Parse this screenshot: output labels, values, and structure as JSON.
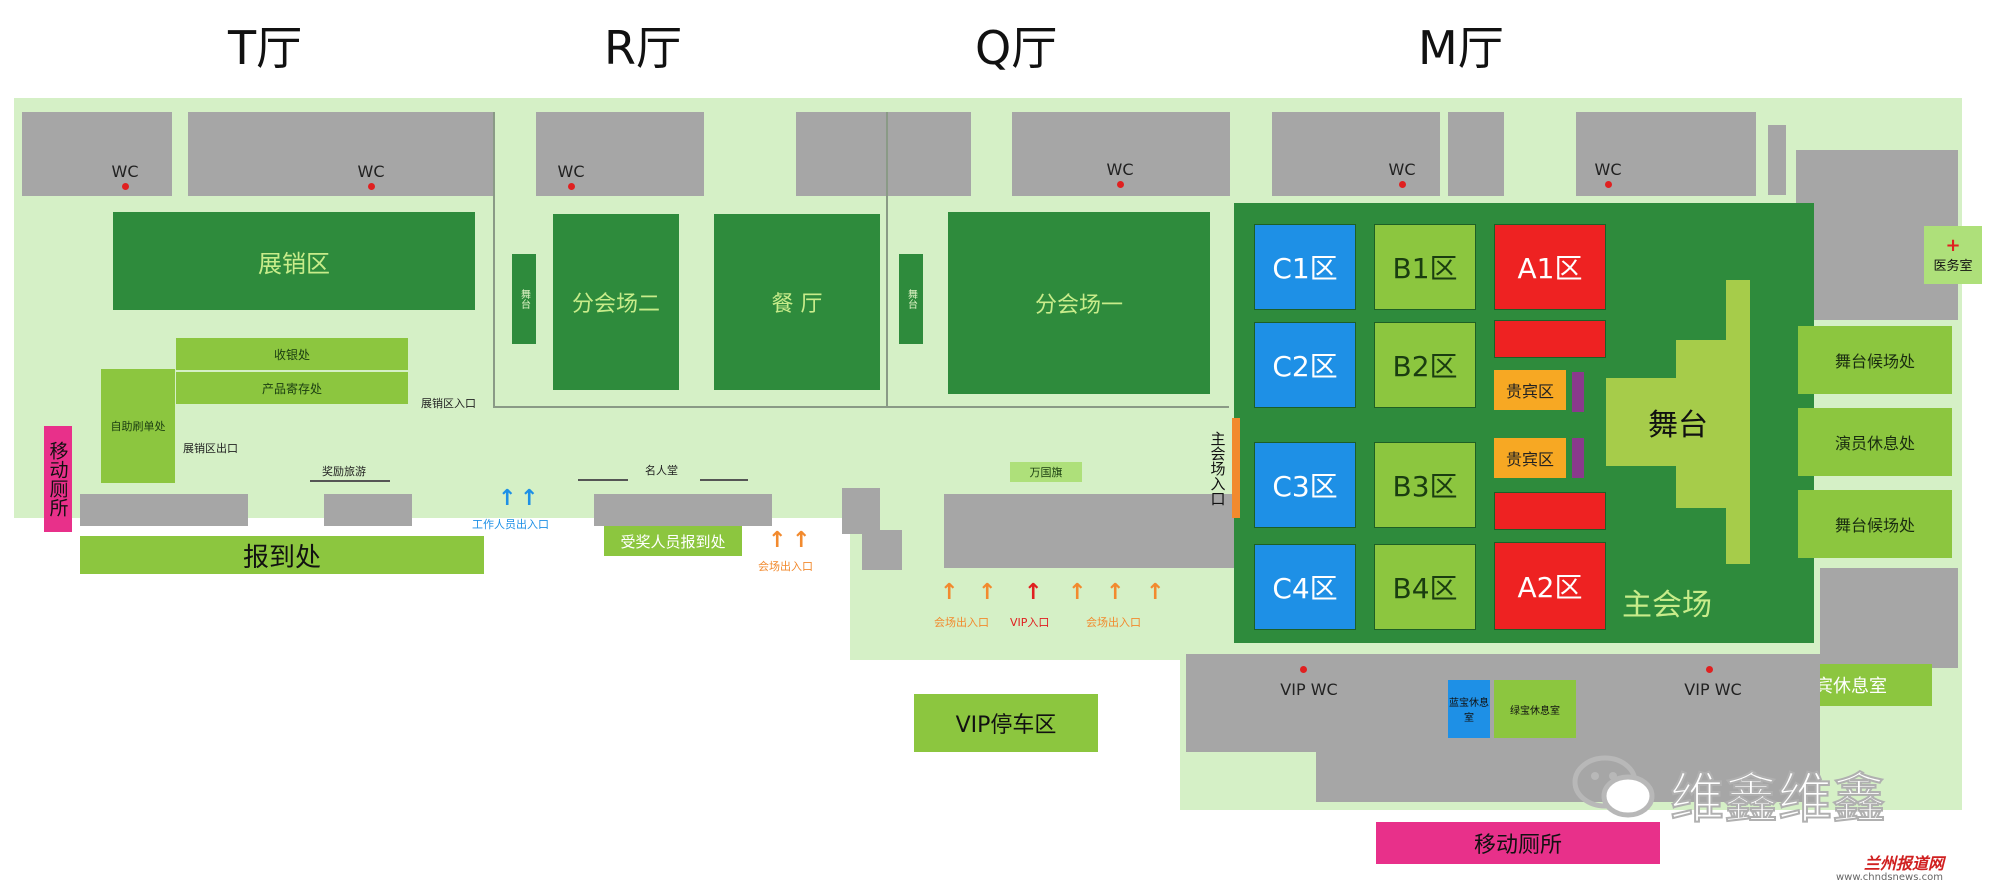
{
  "halls": [
    "T厅",
    "R厅",
    "Q厅",
    "M厅"
  ],
  "wc": "WC",
  "vip_wc": "VIP WC",
  "areas": {
    "sales": "展销区",
    "sub_venue_2": "分会场二",
    "restaurant": "餐 厅",
    "sub_venue_1": "分会场一",
    "stage_small": "舞台",
    "cashier": "收银处",
    "storage": "产品寄存处",
    "self_checkout": "自助刷单处",
    "sales_exit": "展销区出口",
    "sales_entry": "展销区入口",
    "reward_travel": "奖励旅游",
    "hall_of_fame": "名人堂",
    "flags": "万国旗",
    "main_entry": "主会场入口",
    "main_venue": "主会场",
    "stage": "舞台",
    "vip_area": "贵宾区",
    "medical": "医务室",
    "stage_wait": "舞台候场处",
    "actor_rest": "演员休息处",
    "vip_lounge": "贵宾休息室",
    "lounge_blue": "蓝宝休息室",
    "lounge_green": "绿宝休息室",
    "mobile_toilet": "移动厕所",
    "registration": "报到处",
    "award_registration": "受奖人员报到处",
    "staff_exit": "工作人员出入口",
    "venue_exit": "会场出入口",
    "vip_entry": "VIP入口",
    "vip_parking": "VIP停车区"
  },
  "zones": {
    "c": [
      "C1区",
      "C2区",
      "C3区",
      "C4区"
    ],
    "b": [
      "B1区",
      "B2区",
      "B3区",
      "B4区"
    ],
    "a": [
      "A1区",
      "A2区"
    ]
  },
  "watermark": "维鑫维鑫",
  "source_logo": "兰州报道网",
  "source_url": "www.chndsnews.com",
  "colors": {
    "floor": "#d5f0c6",
    "gray": "#a6a6a6",
    "dark_green": "#2e8b3c",
    "lime": "#8cc63f",
    "zone_blue": "#1e90e6",
    "zone_red": "#ee2222",
    "vip_orange": "#f7a823",
    "pink": "#e8308a",
    "orange_arrow": "#f28a2e",
    "blue_arrow": "#1e90e6"
  }
}
